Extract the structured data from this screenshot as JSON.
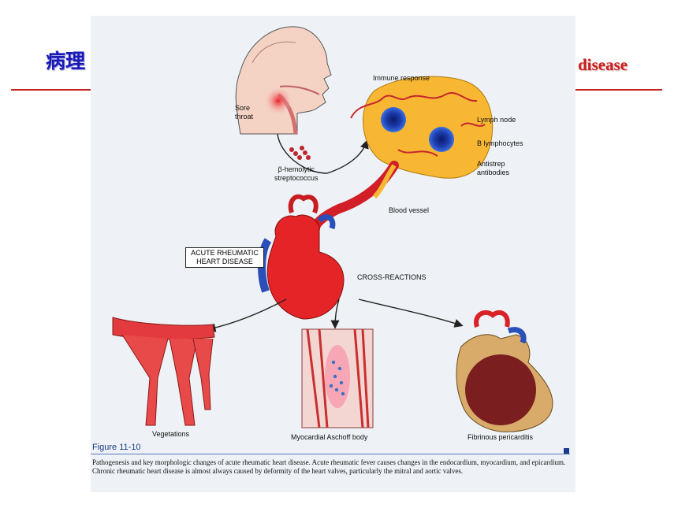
{
  "slide": {
    "title_left": "病理",
    "title_right": "disease",
    "accent_color": "#c8201e",
    "title_color": "#1a1ab8"
  },
  "figure": {
    "labels": {
      "sore_throat": "Sore\nthroat",
      "immune_response": "Immune response",
      "lymph_node": "Lymph node",
      "b_lymphocytes": "B lymphocytes",
      "antistrep_antibodies": "Antistrep\nantibodies",
      "strep": "β-hemolytic\nstreptococcus",
      "blood_vessel": "Blood vessel",
      "acute_rheumatic": "ACUTE RHEUMATIC\nHEART DISEASE",
      "cross_reactions": "CROSS-REACTIONS",
      "vegetations": "Vegetations",
      "aschoff": "Myocardial Aschoff body",
      "pericarditis": "Fibrinous pericarditis"
    },
    "figure_number": "Figure 11-10",
    "caption": "Pathogenesis and key morphologic changes of acute rheumatic heart disease. Acute rheumatic fever causes changes in the endocardium, myocardium, and epicardium. Chronic rheumatic heart disease is almost always caused by deformity of the heart valves, particularly the mitral and aortic valves."
  }
}
